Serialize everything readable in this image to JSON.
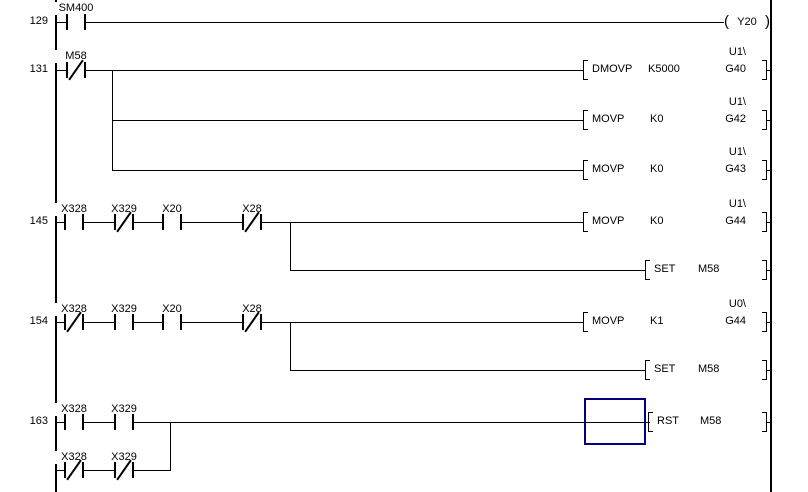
{
  "colors": {
    "background": "#ffffff",
    "line": "#000000",
    "cursor": "#000080"
  },
  "coil_symbols": {
    "open": "(",
    "close": ")"
  },
  "rungs": [
    {
      "number": "129",
      "contacts": [
        {
          "label": "SM400",
          "type": "no"
        }
      ],
      "coil": {
        "label": "Y20"
      }
    },
    {
      "number": "131",
      "contacts": [
        {
          "label": "M58",
          "type": "nc"
        }
      ],
      "instructions": [
        {
          "mnemonic": "DMOVP",
          "operand": "K5000",
          "device1": "U1\\",
          "device2": "G40"
        },
        {
          "mnemonic": "MOVP",
          "operand": "K0",
          "device1": "U1\\",
          "device2": "G42"
        },
        {
          "mnemonic": "MOVP",
          "operand": "K0",
          "device1": "U1\\",
          "device2": "G43"
        }
      ]
    },
    {
      "number": "145",
      "contacts": [
        {
          "label": "X328",
          "type": "no"
        },
        {
          "label": "X329",
          "type": "nc"
        },
        {
          "label": "X20",
          "type": "no"
        },
        {
          "label": "X28",
          "type": "nc"
        }
      ],
      "instructions": [
        {
          "mnemonic": "MOVP",
          "operand": "K0",
          "device1": "U1\\",
          "device2": "G44"
        },
        {
          "mnemonic": "SET",
          "operand": "M58"
        }
      ]
    },
    {
      "number": "154",
      "contacts": [
        {
          "label": "X328",
          "type": "nc"
        },
        {
          "label": "X329",
          "type": "no"
        },
        {
          "label": "X20",
          "type": "no"
        },
        {
          "label": "X28",
          "type": "nc"
        }
      ],
      "instructions": [
        {
          "mnemonic": "MOVP",
          "operand": "K1",
          "device1": "U0\\",
          "device2": "G44"
        },
        {
          "mnemonic": "SET",
          "operand": "M58"
        }
      ]
    },
    {
      "number": "163",
      "contacts": [
        {
          "label": "X328",
          "type": "no"
        },
        {
          "label": "X329",
          "type": "no"
        }
      ],
      "branch_contacts": [
        {
          "label": "X328",
          "type": "nc"
        },
        {
          "label": "X329",
          "type": "nc"
        }
      ],
      "instructions": [
        {
          "mnemonic": "RST",
          "operand": "M58"
        }
      ]
    }
  ]
}
